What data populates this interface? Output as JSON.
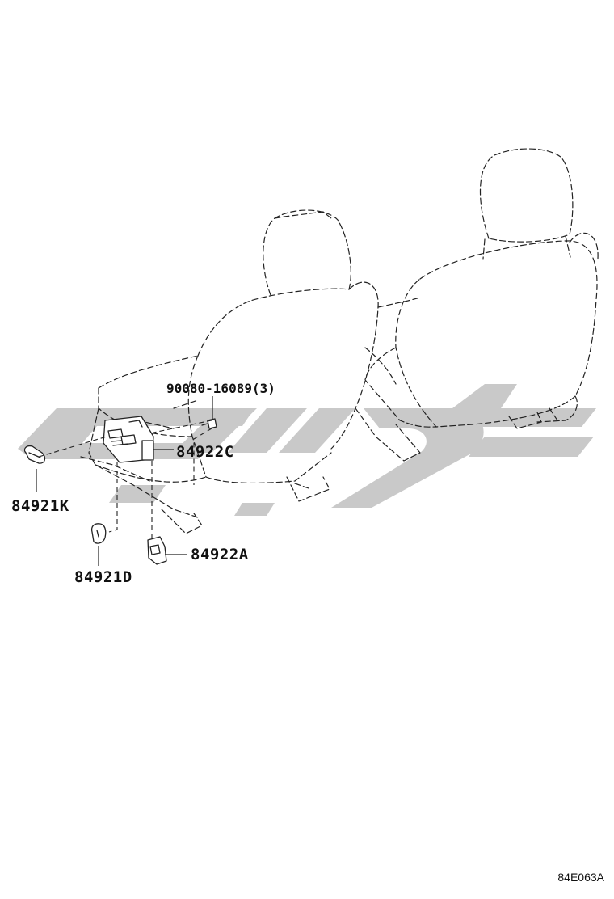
{
  "diagram": {
    "callouts": [
      {
        "id": "bolt",
        "label": "90080-16089(3)"
      },
      {
        "id": "switch-c",
        "label": "84922C"
      },
      {
        "id": "knob-k",
        "label": "84921K"
      },
      {
        "id": "switch-a",
        "label": "84922A"
      },
      {
        "id": "knob-d",
        "label": "84921D"
      }
    ],
    "figure_id": "84E063A"
  },
  "colors": {
    "line": "#222222",
    "watermark": "#c9c9c9",
    "background": "#ffffff"
  }
}
